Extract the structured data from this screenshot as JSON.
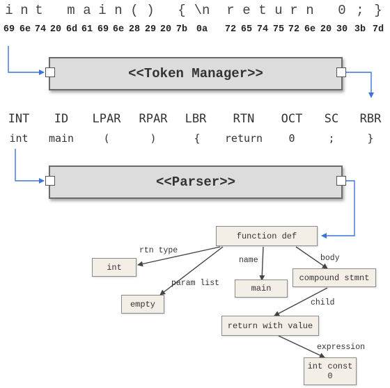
{
  "source_chars": [
    "i",
    "n",
    "t",
    "m",
    "a",
    "i",
    "n",
    "(",
    ")",
    "{",
    "\\n",
    "r",
    "e",
    "t",
    "u",
    "r",
    "n",
    "0",
    ";",
    "}"
  ],
  "hex_bytes": [
    "69",
    "6e",
    "74",
    "20",
    "6d",
    "61",
    "69",
    "6e",
    "28",
    "29",
    "20",
    "7b",
    "0a",
    "72",
    "65",
    "74",
    "75",
    "72",
    "6e",
    "20",
    "30",
    "3b",
    "7d"
  ],
  "token_manager": {
    "title": "<<Token Manager>>"
  },
  "tokens": {
    "types": [
      "INT",
      "ID",
      "LPAR",
      "RPAR",
      "LBR",
      "RTN",
      "OCT",
      "SC",
      "RBR"
    ],
    "lexemes": [
      "int",
      "main",
      "(",
      ")",
      "{",
      "return",
      "0",
      ";",
      "}"
    ]
  },
  "parser": {
    "title": "<<Parser>>"
  },
  "ast": {
    "nodes": {
      "function_def": "function def",
      "int": "int",
      "empty": "empty",
      "main": "main",
      "compound_stmnt": "compound stmnt",
      "return_with_value": "return with value",
      "int_const_label": "int const",
      "int_const_value": "0"
    },
    "edges": {
      "rtn_type": "rtn type",
      "param_list": "param list",
      "name": "name",
      "body": "body",
      "child": "child",
      "expression": "expression"
    }
  },
  "colors": {
    "wire": "#3b73d9",
    "arrow": "#444444",
    "component_fill": "#dcdcdc",
    "node_fill": "#f3efe6"
  }
}
